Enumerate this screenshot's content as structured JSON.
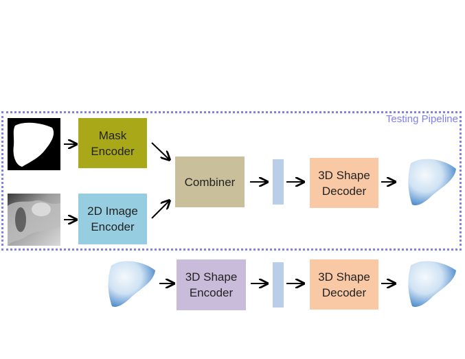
{
  "pipeline": {
    "label": "Testing Pipeline"
  },
  "blocks": {
    "mask_encoder": {
      "line1": "Mask",
      "line2": "Encoder",
      "color": "#a8a818"
    },
    "image_encoder": {
      "line1": "2D Image",
      "line2": "Encoder",
      "color": "#97cde0"
    },
    "combiner": {
      "line1": "Combiner",
      "color": "#c9c09b"
    },
    "decoder_top": {
      "line1": "3D Shape",
      "line2": "Decoder",
      "color": "#f9c9a5"
    },
    "shape_encoder": {
      "line1": "3D Shape",
      "line2": "Encoder",
      "color": "#c9bcdb"
    },
    "decoder_bottom": {
      "line1": "3D Shape",
      "line2": "Decoder",
      "color": "#f9c9a5"
    }
  },
  "colors": {
    "pipeline_border": "#7f7fee",
    "latent": "#b9cfe9",
    "liver_dark": "#3b77c4",
    "liver_light": "#eef5fb"
  }
}
